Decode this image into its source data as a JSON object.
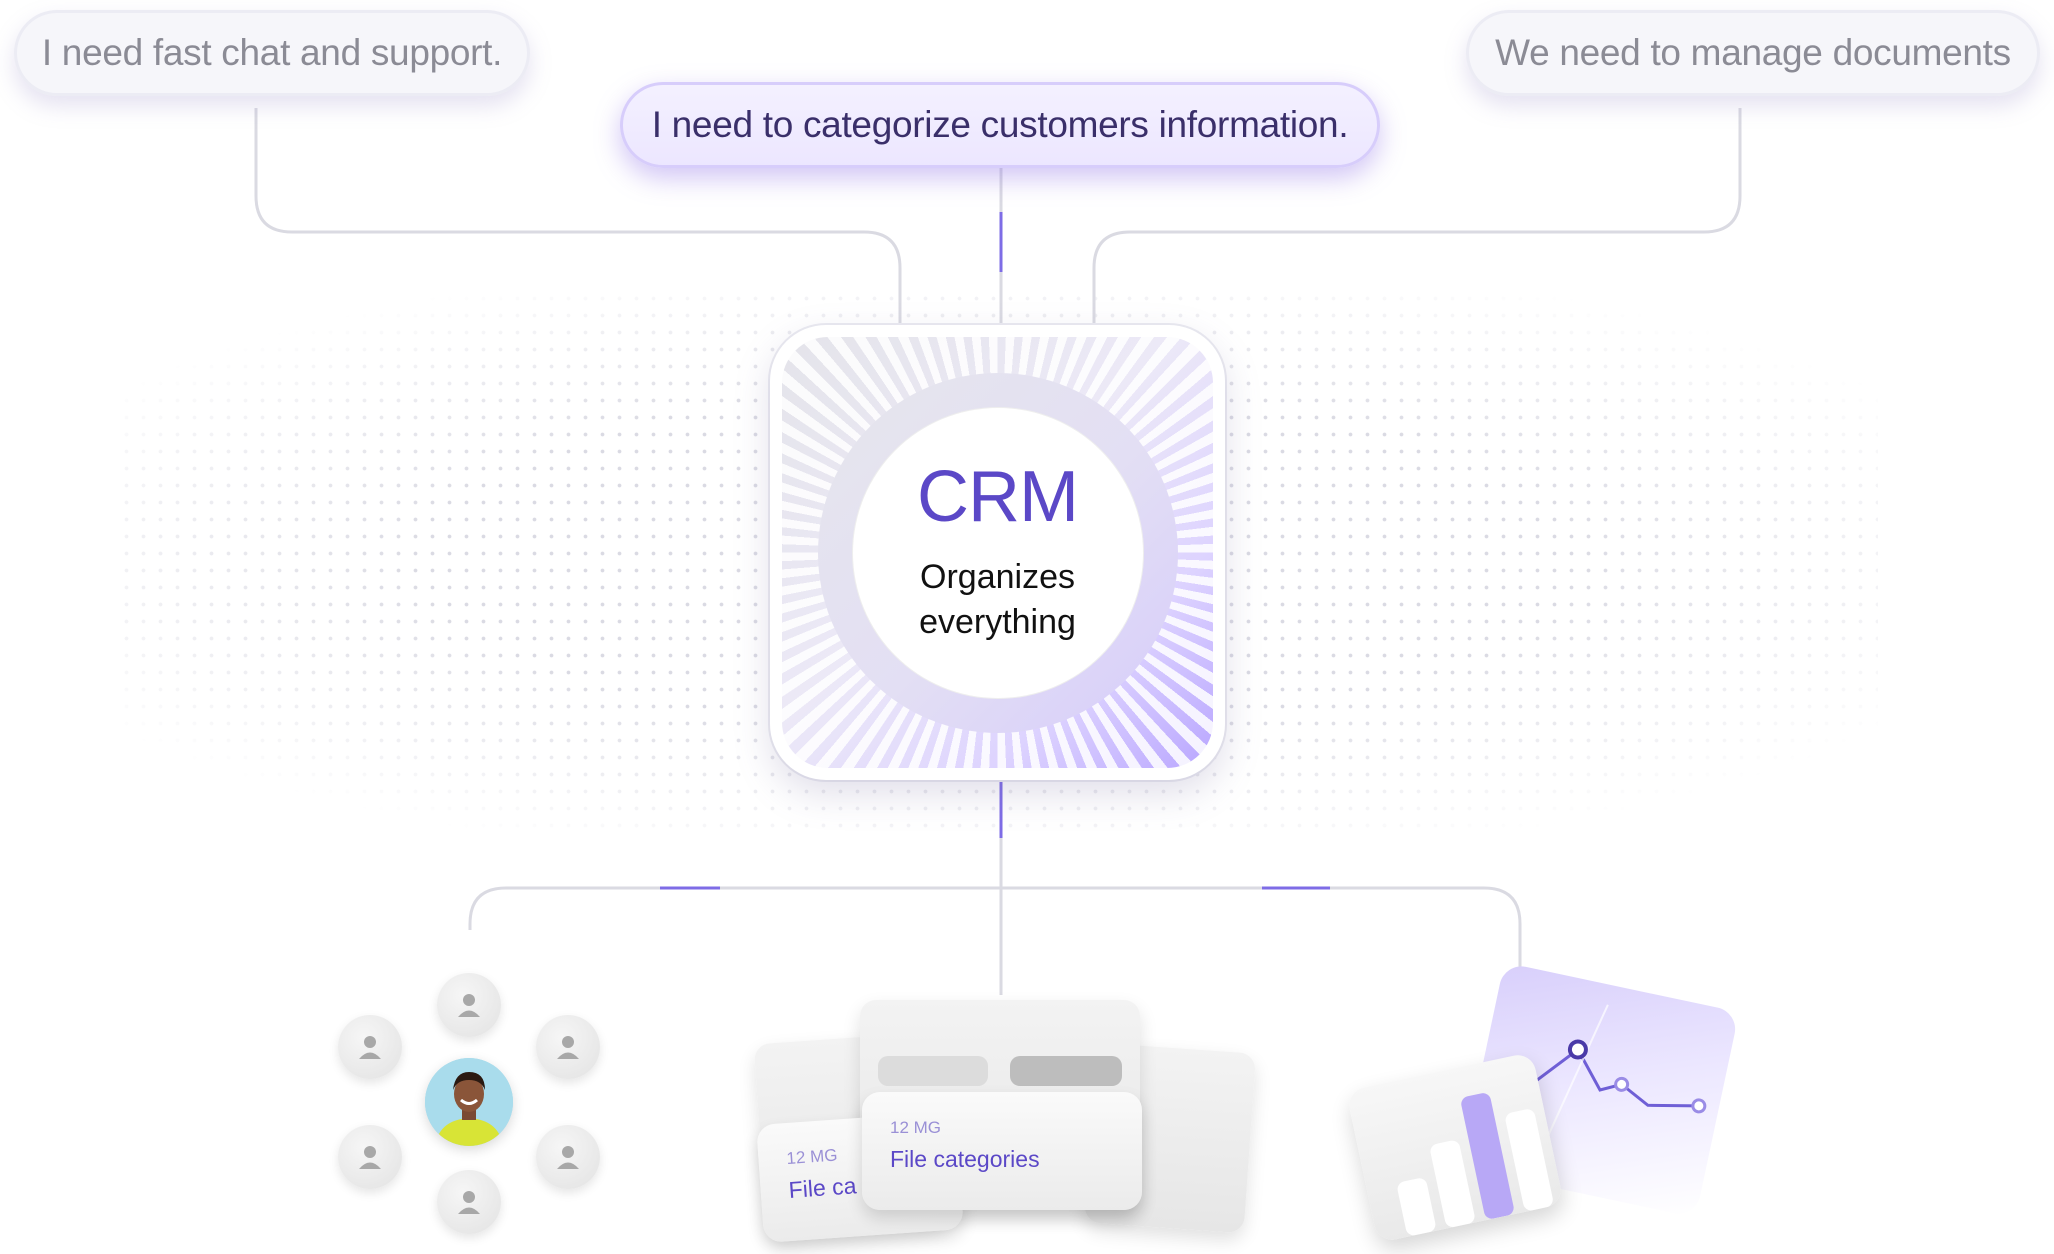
{
  "needs": {
    "chat": "I need fast chat and support.",
    "categorize": "I need to categorize customers information.",
    "documents": "We need to manage documents"
  },
  "crm": {
    "title": "CRM",
    "subtitle_line1": "Organizes",
    "subtitle_line2": "everything"
  },
  "files": {
    "back_card": {
      "size": "12 MG",
      "name": "File ca"
    },
    "front_card": {
      "size": "12 MG",
      "name": "File categories"
    }
  },
  "colors": {
    "accent": "#5b48c7",
    "accent_light": "#b9a6ff",
    "connector": "#d9d9e0",
    "connector_active": "#7e6ce6",
    "muted_text": "#8b8b95"
  },
  "icons": {
    "user_placeholder": "user-silhouette-icon",
    "chart": "bar-line-chart-icon"
  }
}
